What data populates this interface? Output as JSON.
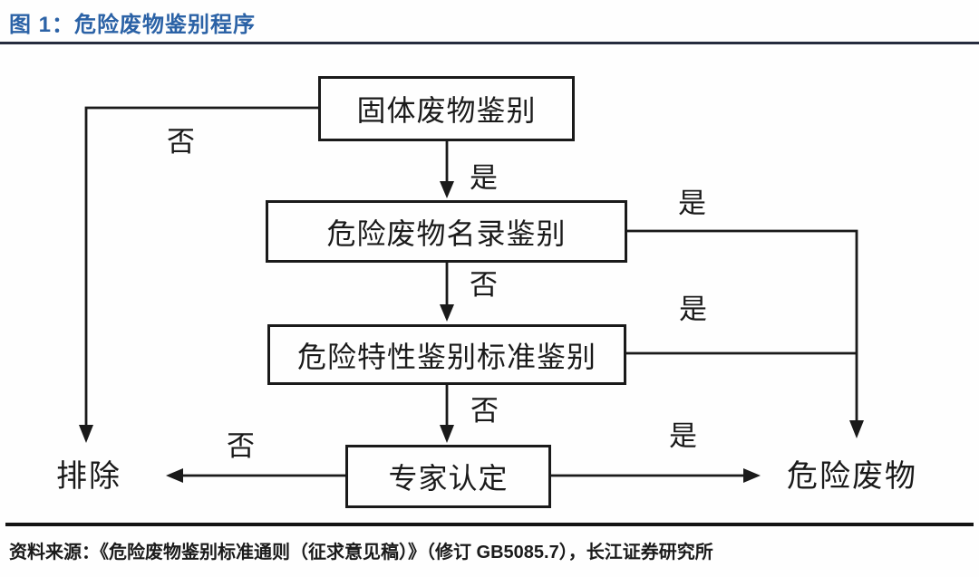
{
  "header": {
    "title": "图 1：危险废物鉴别程序"
  },
  "colors": {
    "title_blue": "#2b62a6",
    "rule_dark": "#262c3e",
    "ink": "#1a1a1a"
  },
  "flowchart": {
    "nodes": [
      {
        "id": "solid",
        "label": "固体废物鉴别"
      },
      {
        "id": "list",
        "label": "危险废物名录鉴别"
      },
      {
        "id": "standard",
        "label": "危险特性鉴别标准鉴别"
      },
      {
        "id": "expert",
        "label": "专家认定"
      }
    ],
    "terminals": [
      {
        "id": "exclude",
        "label": "排除"
      },
      {
        "id": "hazwaste",
        "label": "危险废物"
      }
    ],
    "edge_labels": {
      "solid_no": "否",
      "solid_yes": "是",
      "list_yes": "是",
      "list_no": "否",
      "standard_yes": "是",
      "standard_no": "否",
      "expert_no": "否",
      "expert_yes": "是"
    },
    "edges": [
      {
        "from": "固体废物鉴别",
        "to": "排除",
        "label": "否"
      },
      {
        "from": "固体废物鉴别",
        "to": "危险废物名录鉴别",
        "label": "是"
      },
      {
        "from": "危险废物名录鉴别",
        "to": "危险废物",
        "label": "是"
      },
      {
        "from": "危险废物名录鉴别",
        "to": "危险特性鉴别标准鉴别",
        "label": "否"
      },
      {
        "from": "危险特性鉴别标准鉴别",
        "to": "危险废物",
        "label": "是"
      },
      {
        "from": "危险特性鉴别标准鉴别",
        "to": "专家认定",
        "label": "否"
      },
      {
        "from": "专家认定",
        "to": "排除",
        "label": "否"
      },
      {
        "from": "专家认定",
        "to": "危险废物",
        "label": "是"
      }
    ]
  },
  "footer": {
    "source": "资料来源：《危险废物鉴别标准通则（征求意见稿）》（修订 GB5085.7），长江证券研究所"
  }
}
